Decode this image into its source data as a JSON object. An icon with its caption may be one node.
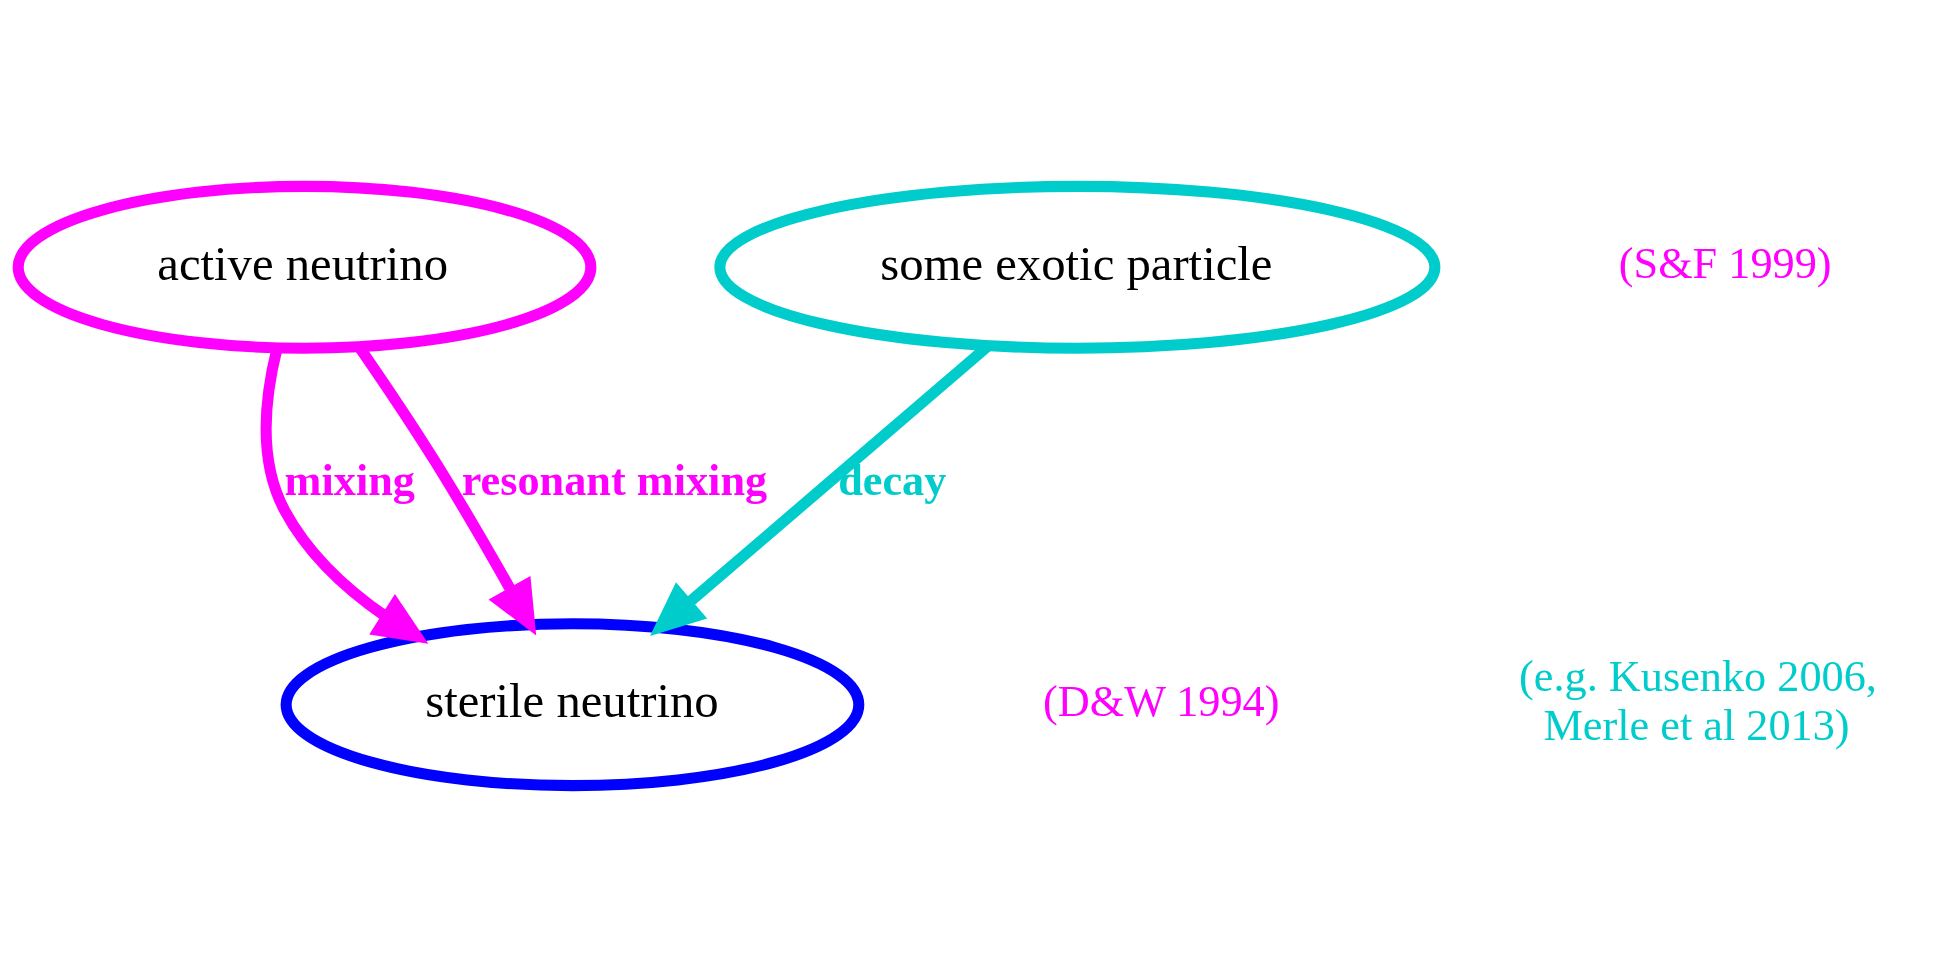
{
  "diagram": {
    "nodes": [
      {
        "text": [
          "active neutrino"
        ]
      },
      {
        "text": [
          "some exotic particle"
        ]
      },
      {
        "text": [
          "sterile neutrino"
        ]
      }
    ],
    "edges": [
      {
        "from": 0,
        "to": 2,
        "arrow": "to",
        "label": "mixing"
      },
      {
        "from": 0,
        "to": 2,
        "arrow": "to",
        "label": "resonant mixing"
      },
      {
        "from": 1,
        "to": 2,
        "arrow": "to",
        "label": "decay",
        "color": "#00cccc"
      }
    ],
    "labels": [
      "(S&F 1999)",
      "(D&W 1994)",
      "(e.g. Kusenko 2006, Merle et al 2013)"
    ]
  }
}
